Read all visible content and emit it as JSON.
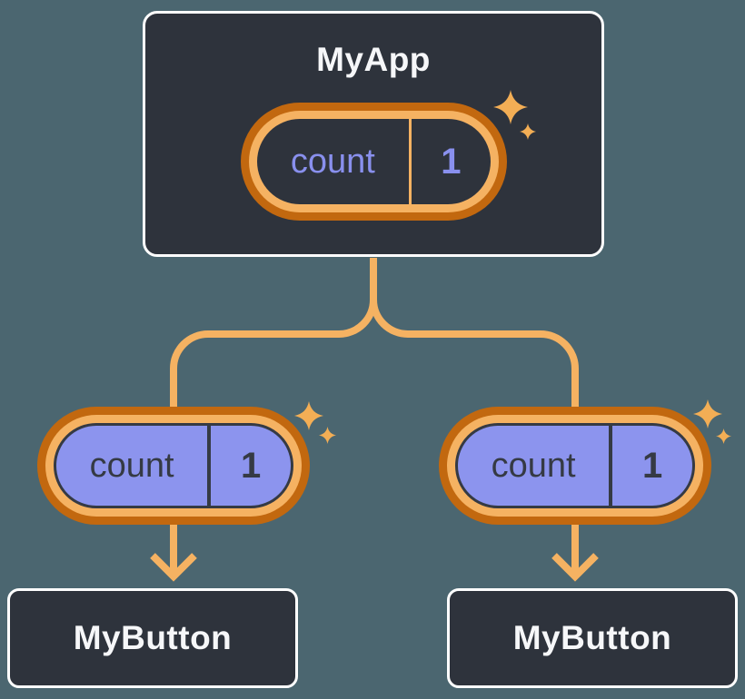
{
  "diagram": {
    "root_node": {
      "title": "MyApp",
      "state_pill": {
        "label": "count",
        "value": "1"
      }
    },
    "left_branch": {
      "prop_pill": {
        "label": "count",
        "value": "1"
      },
      "child_node": {
        "title": "MyButton"
      }
    },
    "right_branch": {
      "prop_pill": {
        "label": "count",
        "value": "1"
      },
      "child_node": {
        "title": "MyButton"
      }
    }
  },
  "icons": {
    "sparkle": "four-point-star"
  },
  "colors": {
    "background": "#4B6670",
    "node_fill": "#2E333C",
    "node_border": "#FFFFFF",
    "node_text": "#F6F7F9",
    "pill_ring_outer": "#C2680F",
    "pill_ring_inner": "#F5B262",
    "pill_fill_light": "#8C94EE",
    "pill_text_dark": "#353A44",
    "pill_text_lavender": "#8990EE",
    "connector_line": "#F5B262",
    "sparkle": "#F3AE55"
  }
}
